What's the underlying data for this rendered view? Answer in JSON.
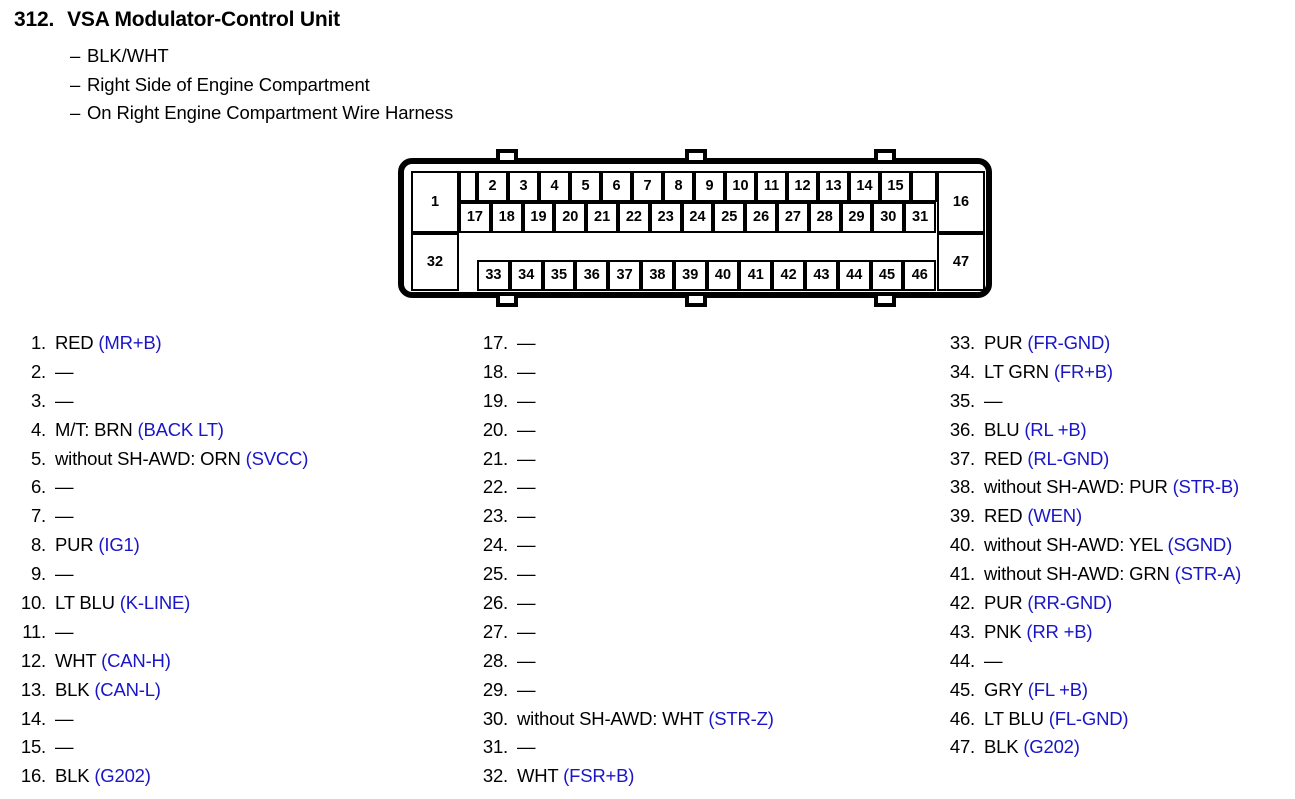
{
  "header": {
    "number": "312.",
    "title": "VSA Modulator-Control Unit",
    "bullets": [
      "BLK/WHT",
      "Right Side of Engine Compartment",
      "On Right Engine Compartment Wire Harness"
    ],
    "dash": "–"
  },
  "connector": {
    "row_top": [
      "2",
      "3",
      "4",
      "5",
      "6",
      "7",
      "8",
      "9",
      "10",
      "11",
      "12",
      "13",
      "14",
      "15"
    ],
    "row_mid": [
      "17",
      "18",
      "19",
      "20",
      "21",
      "22",
      "23",
      "24",
      "25",
      "26",
      "27",
      "28",
      "29",
      "30",
      "31"
    ],
    "row_bottom": [
      "33",
      "34",
      "35",
      "36",
      "37",
      "38",
      "39",
      "40",
      "41",
      "42",
      "43",
      "44",
      "45",
      "46"
    ],
    "left_top": "1",
    "left_bottom": "32",
    "right_top": "16",
    "right_bottom": "47"
  },
  "empty_mark": "—",
  "pins": {
    "column1": [
      {
        "num": "1.",
        "wire": "RED",
        "signal": "(MR+B)"
      },
      {
        "num": "2.",
        "wire": "",
        "signal": ""
      },
      {
        "num": "3.",
        "wire": "",
        "signal": ""
      },
      {
        "num": "4.",
        "wire": "M/T: BRN",
        "signal": "(BACK LT)"
      },
      {
        "num": "5.",
        "wire": "without SH-AWD: ORN",
        "signal": "(SVCC)"
      },
      {
        "num": "6.",
        "wire": "",
        "signal": ""
      },
      {
        "num": "7.",
        "wire": "",
        "signal": ""
      },
      {
        "num": "8.",
        "wire": "PUR",
        "signal": "(IG1)"
      },
      {
        "num": "9.",
        "wire": "",
        "signal": ""
      },
      {
        "num": "10.",
        "wire": "LT BLU",
        "signal": "(K-LINE)"
      },
      {
        "num": "11.",
        "wire": "",
        "signal": ""
      },
      {
        "num": "12.",
        "wire": "WHT",
        "signal": "(CAN-H)"
      },
      {
        "num": "13.",
        "wire": "BLK",
        "signal": "(CAN-L)"
      },
      {
        "num": "14.",
        "wire": "",
        "signal": ""
      },
      {
        "num": "15.",
        "wire": "",
        "signal": ""
      },
      {
        "num": "16.",
        "wire": "BLK",
        "signal": "(G202)"
      }
    ],
    "column2": [
      {
        "num": "17.",
        "wire": "",
        "signal": ""
      },
      {
        "num": "18.",
        "wire": "",
        "signal": ""
      },
      {
        "num": "19.",
        "wire": "",
        "signal": ""
      },
      {
        "num": "20.",
        "wire": "",
        "signal": ""
      },
      {
        "num": "21.",
        "wire": "",
        "signal": ""
      },
      {
        "num": "22.",
        "wire": "",
        "signal": ""
      },
      {
        "num": "23.",
        "wire": "",
        "signal": ""
      },
      {
        "num": "24.",
        "wire": "",
        "signal": ""
      },
      {
        "num": "25.",
        "wire": "",
        "signal": ""
      },
      {
        "num": "26.",
        "wire": "",
        "signal": ""
      },
      {
        "num": "27.",
        "wire": "",
        "signal": ""
      },
      {
        "num": "28.",
        "wire": "",
        "signal": ""
      },
      {
        "num": "29.",
        "wire": "",
        "signal": ""
      },
      {
        "num": "30.",
        "wire": "without SH-AWD: WHT",
        "signal": "(STR-Z)"
      },
      {
        "num": "31.",
        "wire": "",
        "signal": ""
      },
      {
        "num": "32.",
        "wire": "WHT",
        "signal": "(FSR+B)"
      }
    ],
    "column3": [
      {
        "num": "33.",
        "wire": "PUR",
        "signal": "(FR-GND)"
      },
      {
        "num": "34.",
        "wire": "LT GRN",
        "signal": "(FR+B)"
      },
      {
        "num": "35.",
        "wire": "",
        "signal": ""
      },
      {
        "num": "36.",
        "wire": "BLU",
        "signal": "(RL +B)"
      },
      {
        "num": "37.",
        "wire": "RED",
        "signal": "(RL-GND)"
      },
      {
        "num": "38.",
        "wire": "without SH-AWD: PUR",
        "signal": "(STR-B)"
      },
      {
        "num": "39.",
        "wire": "RED",
        "signal": "(WEN)"
      },
      {
        "num": "40.",
        "wire": "without SH-AWD: YEL",
        "signal": "(SGND)"
      },
      {
        "num": "41.",
        "wire": "without SH-AWD: GRN",
        "signal": "(STR-A)"
      },
      {
        "num": "42.",
        "wire": "PUR",
        "signal": "(RR-GND)"
      },
      {
        "num": "43.",
        "wire": "PNK",
        "signal": "(RR +B)"
      },
      {
        "num": "44.",
        "wire": "",
        "signal": ""
      },
      {
        "num": "45.",
        "wire": "GRY",
        "signal": "(FL +B)"
      },
      {
        "num": "46.",
        "wire": "LT BLU",
        "signal": "(FL-GND)"
      },
      {
        "num": "47.",
        "wire": "BLK",
        "signal": "(G202)"
      }
    ]
  },
  "colors": {
    "signal_blue": "#1a16c8",
    "ink_black": "#000000",
    "page_background": "#ffffff"
  }
}
